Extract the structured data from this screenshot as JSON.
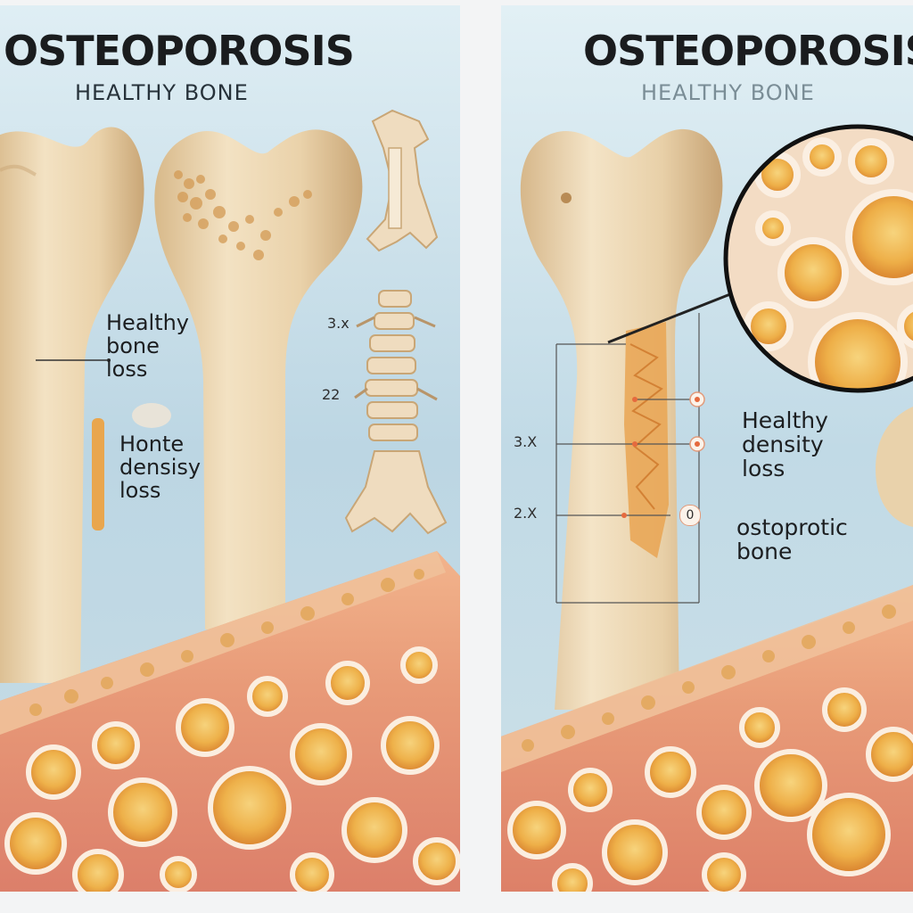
{
  "left_panel": {
    "title": "OSTEOPOROSIS",
    "subtitle": "HEALTHY BONE",
    "label_top": [
      "Healthy",
      "bone",
      "loss"
    ],
    "label_bottom": [
      "Honte",
      "densisy",
      "loss"
    ],
    "spine_marks": [
      "3.x",
      "22"
    ]
  },
  "right_panel": {
    "title": "OSTEOPOROSIS",
    "subtitle": "HEALTHY BONE",
    "label_top": [
      "Healthy",
      "density",
      "loss"
    ],
    "label_bottom": [
      "ostoprotic",
      "bone"
    ],
    "scale_marks": [
      "3.X",
      "2.X"
    ],
    "marker_value": "0"
  },
  "colors": {
    "background": "#c9dfe9",
    "bone": "#ecd6b2",
    "bone_shadow": "#c9a676",
    "tissue": "#e59d7f",
    "pore": "#eaa23a"
  }
}
